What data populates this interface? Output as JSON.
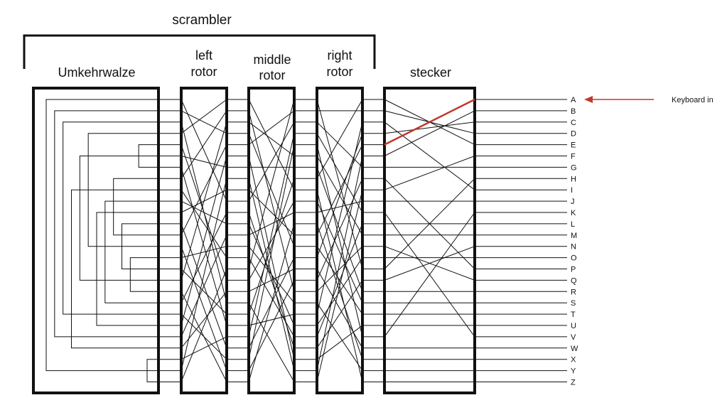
{
  "title": "scrambler",
  "components": {
    "reflector": "Umkehrwalze",
    "left_rotor": [
      "left",
      "rotor"
    ],
    "middle_rotor": [
      "middle",
      "rotor"
    ],
    "right_rotor": [
      "right",
      "rotor"
    ],
    "stecker": "stecker"
  },
  "letters": [
    "A",
    "B",
    "C",
    "D",
    "E",
    "F",
    "G",
    "H",
    "I",
    "J",
    "K",
    "L",
    "M",
    "N",
    "O",
    "P",
    "Q",
    "R",
    "S",
    "T",
    "U",
    "V",
    "W",
    "X",
    "Y",
    "Z"
  ],
  "input_label": "Keyboard in",
  "colors": {
    "wire": "#111111",
    "signal": "#c0392b",
    "text": "#111111"
  },
  "wiring": {
    "reflector_pairs": [
      [
        0,
        24
      ],
      [
        1,
        21
      ],
      [
        2,
        19
      ],
      [
        3,
        13
      ],
      [
        4,
        6
      ],
      [
        5,
        16
      ],
      [
        7,
        12
      ],
      [
        8,
        22
      ],
      [
        9,
        18
      ],
      [
        10,
        20
      ],
      [
        11,
        15
      ],
      [
        14,
        17
      ],
      [
        23,
        25
      ]
    ],
    "left_rotor": [
      3,
      7,
      16,
      1,
      12,
      20,
      5,
      24,
      10,
      0,
      18,
      9,
      21,
      14,
      8,
      25,
      4,
      22,
      2,
      15,
      6,
      23,
      11,
      19,
      13,
      17
    ],
    "middle_rotor": [
      15,
      4,
      9,
      21,
      23,
      2,
      6,
      19,
      0,
      16,
      12,
      25,
      8,
      3,
      22,
      17,
      24,
      1,
      13,
      20,
      11,
      14,
      10,
      5,
      7,
      18
    ],
    "right_rotor": [
      7,
      1,
      19,
      14,
      12,
      24,
      2,
      16,
      25,
      10,
      3,
      21,
      5,
      17,
      20,
      0,
      22,
      6,
      9,
      13,
      23,
      4,
      15,
      11,
      18,
      8
    ],
    "stecker": [
      4,
      5,
      3,
      1,
      0,
      8,
      6,
      15,
      2,
      9,
      21,
      11,
      12,
      16,
      14,
      7,
      13,
      17,
      18,
      19,
      20,
      10,
      22,
      23,
      24,
      25
    ]
  },
  "signal": {
    "letter_index": 0,
    "stecker_exit": 4
  }
}
